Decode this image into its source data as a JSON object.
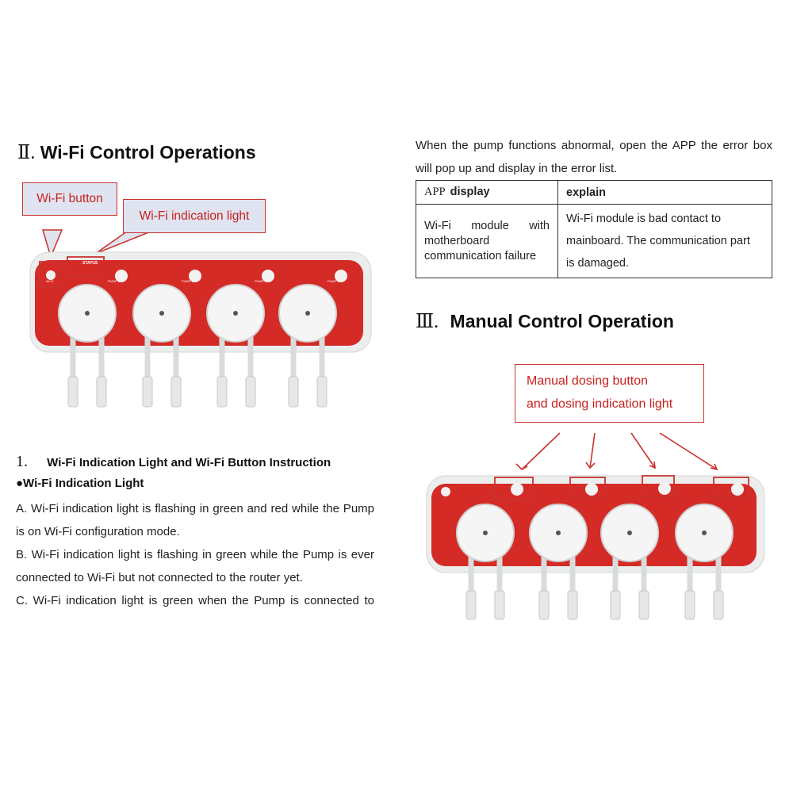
{
  "section2": {
    "numeral": "Ⅱ.",
    "title": "Wi-Fi Control Operations",
    "callout_button": "Wi-Fi button",
    "callout_light": "Wi-Fi indication light"
  },
  "pump_labels": {
    "status": "STATUS",
    "wifi": "Wi-Fi",
    "pump1": "PUMP 1",
    "pump2": "PUMP 2",
    "pump3": "PUMP 3",
    "pump4": "PUMP 4"
  },
  "instruction": {
    "number": "1.",
    "heading": "Wi-Fi Indication Light and Wi-Fi Button Instruction",
    "bullet": "●Wi-Fi Indication Light",
    "para_a": "A. Wi-Fi indication light is flashing in green and red while the Pump is on Wi-Fi configuration mode.",
    "para_b": "B. Wi-Fi indication light is flashing in green while the Pump is ever connected to Wi-Fi but not connected to the router yet.",
    "para_c": "C. Wi-Fi indication light is green when the Pump is connected to"
  },
  "error_intro": "When the pump functions abnormal, open the APP the error box will pop up and display in the error list.",
  "error_table": {
    "col1_header_a": "APP",
    "col1_header_b": "display",
    "col2_header": "explain",
    "row_display": "Wi-Fi module with motherboard communication failure",
    "row_explain_1": "Wi-Fi module is bad contact to",
    "row_explain_2": "mainboard. The communication part",
    "row_explain_3": "is damaged."
  },
  "section3": {
    "numeral": "Ⅲ.",
    "title": "Manual Control Operation",
    "callout_line1": "Manual dosing button",
    "callout_line2": "and dosing indication light"
  },
  "colors": {
    "pump_red": "#d42b27",
    "callout_border": "#c9332e",
    "callout_text": "#c8201e",
    "callout_fill": "#dfe4f0"
  }
}
